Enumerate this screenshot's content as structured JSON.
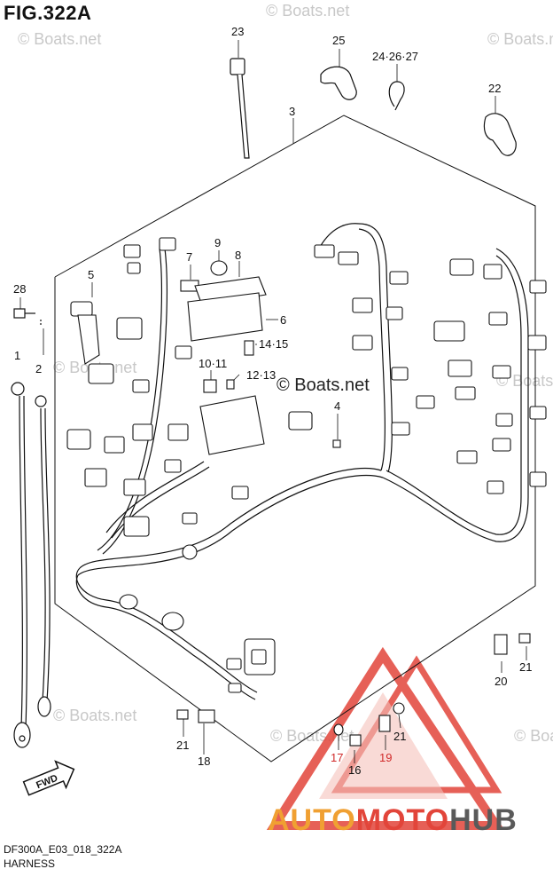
{
  "figure_title": "FIG.322A",
  "watermark_text": "© Boats.net",
  "fwd_label": "FWD",
  "brand": {
    "part1": "AUTO",
    "part2": "MOTO",
    "part3": "HUB"
  },
  "footer": {
    "code": "DF300A_E03_018_322A",
    "name": "HARNESS"
  },
  "part_labels": {
    "l23": "23",
    "l25": "25",
    "l242627": "24·26·27",
    "l22": "22",
    "l3": "3",
    "l28": "28",
    "l1": "1",
    "l2": "2",
    "l5": "5",
    "l7": "7",
    "l9": "9",
    "l8": "8",
    "l6": "6",
    "l1415": "14·15",
    "l1011": "10·11",
    "l1213": "12·13",
    "l4": "4",
    "l21a": "21",
    "l20": "20",
    "l21b": "21",
    "l18": "18",
    "l17": "17",
    "l16": "16",
    "l19": "19",
    "l21c": "21"
  },
  "colors": {
    "line": "#111111",
    "accent_red": "#d12a2a",
    "logo_orange": "#f0a032",
    "logo_red": "#e2453a",
    "logo_gray": "#5a5a5a"
  }
}
